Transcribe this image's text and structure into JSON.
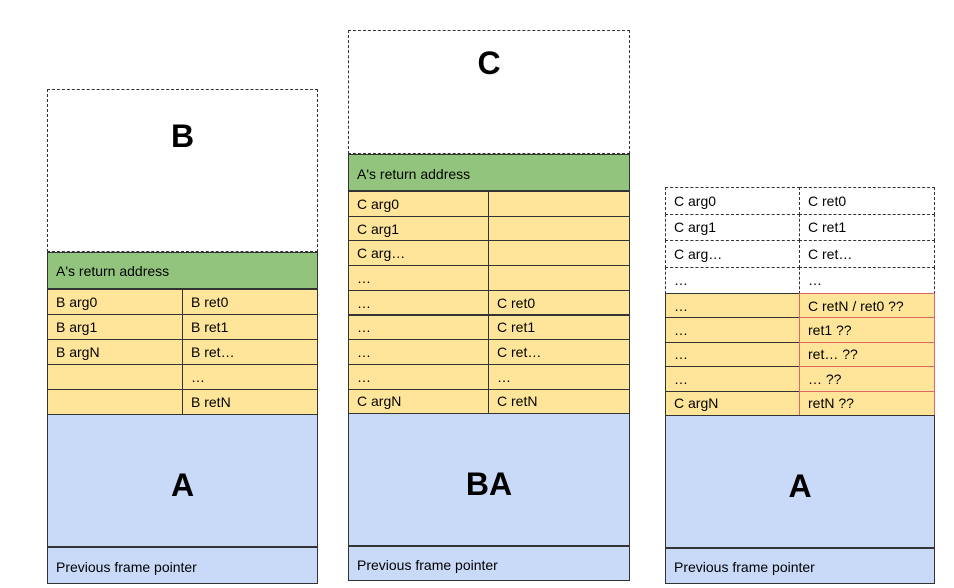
{
  "frames": {
    "left": {
      "top_label": "B",
      "return_address": "A's return address",
      "rows": [
        {
          "arg": "B arg0",
          "ret": "B ret0"
        },
        {
          "arg": "B arg1",
          "ret": "B ret1"
        },
        {
          "arg": "B argN",
          "ret": "B ret…"
        },
        {
          "arg": "",
          "ret": "…"
        },
        {
          "arg": "",
          "ret": "B retN"
        }
      ],
      "bottom_label": "A",
      "prev_pointer": "Previous frame pointer"
    },
    "middle": {
      "top_label": "C",
      "return_address": "A's return address",
      "rows": [
        {
          "arg": "C arg0",
          "ret": ""
        },
        {
          "arg": "C arg1",
          "ret": ""
        },
        {
          "arg": "C arg…",
          "ret": ""
        },
        {
          "arg": "…",
          "ret": ""
        },
        {
          "arg": "…",
          "ret": "C ret0"
        },
        {
          "arg": "…",
          "ret": "C ret1"
        },
        {
          "arg": "…",
          "ret": "C ret…"
        },
        {
          "arg": "…",
          "ret": "…"
        },
        {
          "arg": "C argN",
          "ret": "C retN"
        }
      ],
      "bottom_label": "BA",
      "prev_pointer": "Previous frame pointer"
    },
    "right": {
      "dashed_rows": [
        {
          "arg": "C arg0",
          "ret": "C ret0"
        },
        {
          "arg": "C arg1",
          "ret": "C ret1"
        },
        {
          "arg": "C arg…",
          "ret": "C ret…"
        },
        {
          "arg": "…",
          "ret": "…"
        }
      ],
      "rows": [
        {
          "arg": "…",
          "ret": "C retN / ret0 ??"
        },
        {
          "arg": "…",
          "ret": "ret1 ??"
        },
        {
          "arg": "…",
          "ret": "ret… ??"
        },
        {
          "arg": "…",
          "ret": "… ??"
        },
        {
          "arg": "C argN",
          "ret": "retN ??"
        }
      ],
      "bottom_label": "A",
      "prev_pointer": "Previous frame pointer"
    }
  },
  "colors": {
    "return_address": "#93c47d",
    "args": "#ffe599",
    "caller_frame": "#c9daf8",
    "suspect_border": "#e06666"
  }
}
